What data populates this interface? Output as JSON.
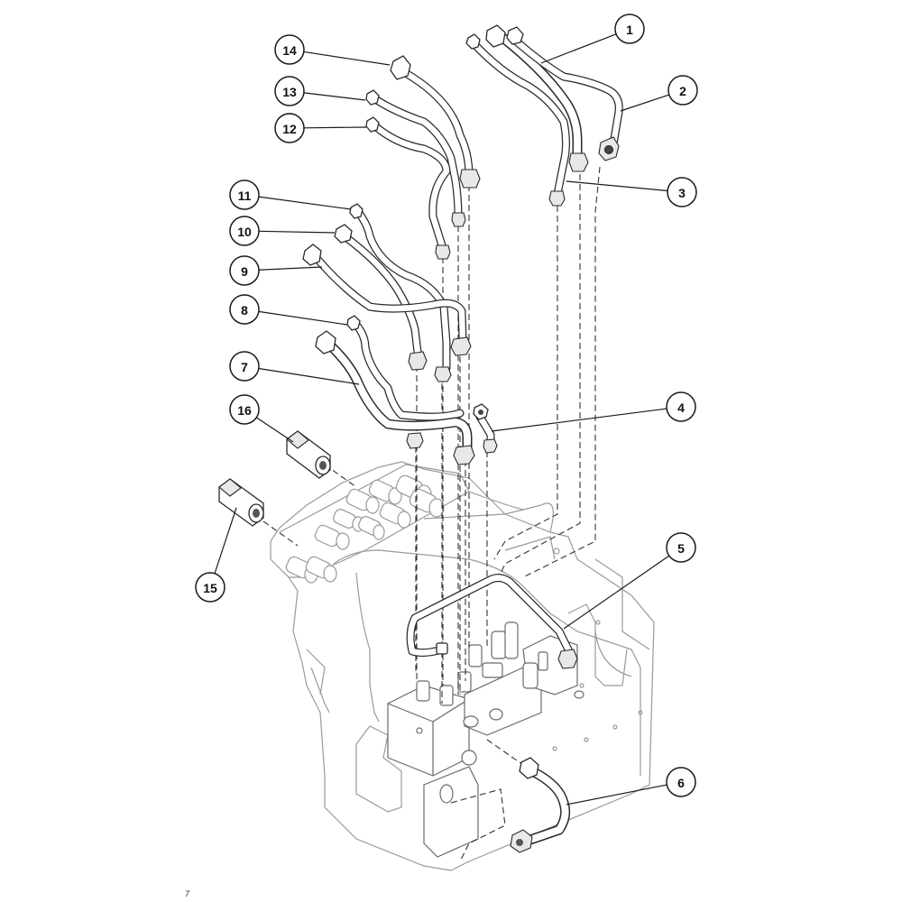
{
  "diagram": {
    "type": "exploded-parts-diagram",
    "subject": "hydraulic tube assembly on manifold block",
    "page_mark": "7",
    "callouts": [
      {
        "id": "1",
        "label": "1",
        "target": "tube"
      },
      {
        "id": "2",
        "label": "2",
        "target": "tube"
      },
      {
        "id": "3",
        "label": "3",
        "target": "tube"
      },
      {
        "id": "4",
        "label": "4",
        "target": "tube"
      },
      {
        "id": "5",
        "label": "5",
        "target": "tube"
      },
      {
        "id": "6",
        "label": "6",
        "target": "tube"
      },
      {
        "id": "7",
        "label": "7",
        "target": "tube"
      },
      {
        "id": "8",
        "label": "8",
        "target": "tube"
      },
      {
        "id": "9",
        "label": "9",
        "target": "tube"
      },
      {
        "id": "10",
        "label": "10",
        "target": "tube"
      },
      {
        "id": "11",
        "label": "11",
        "target": "tube"
      },
      {
        "id": "12",
        "label": "12",
        "target": "tube"
      },
      {
        "id": "13",
        "label": "13",
        "target": "tube"
      },
      {
        "id": "14",
        "label": "14",
        "target": "tube"
      },
      {
        "id": "15",
        "label": "15",
        "target": "hex-coupling"
      },
      {
        "id": "16",
        "label": "16",
        "target": "hex-coupling"
      }
    ]
  }
}
